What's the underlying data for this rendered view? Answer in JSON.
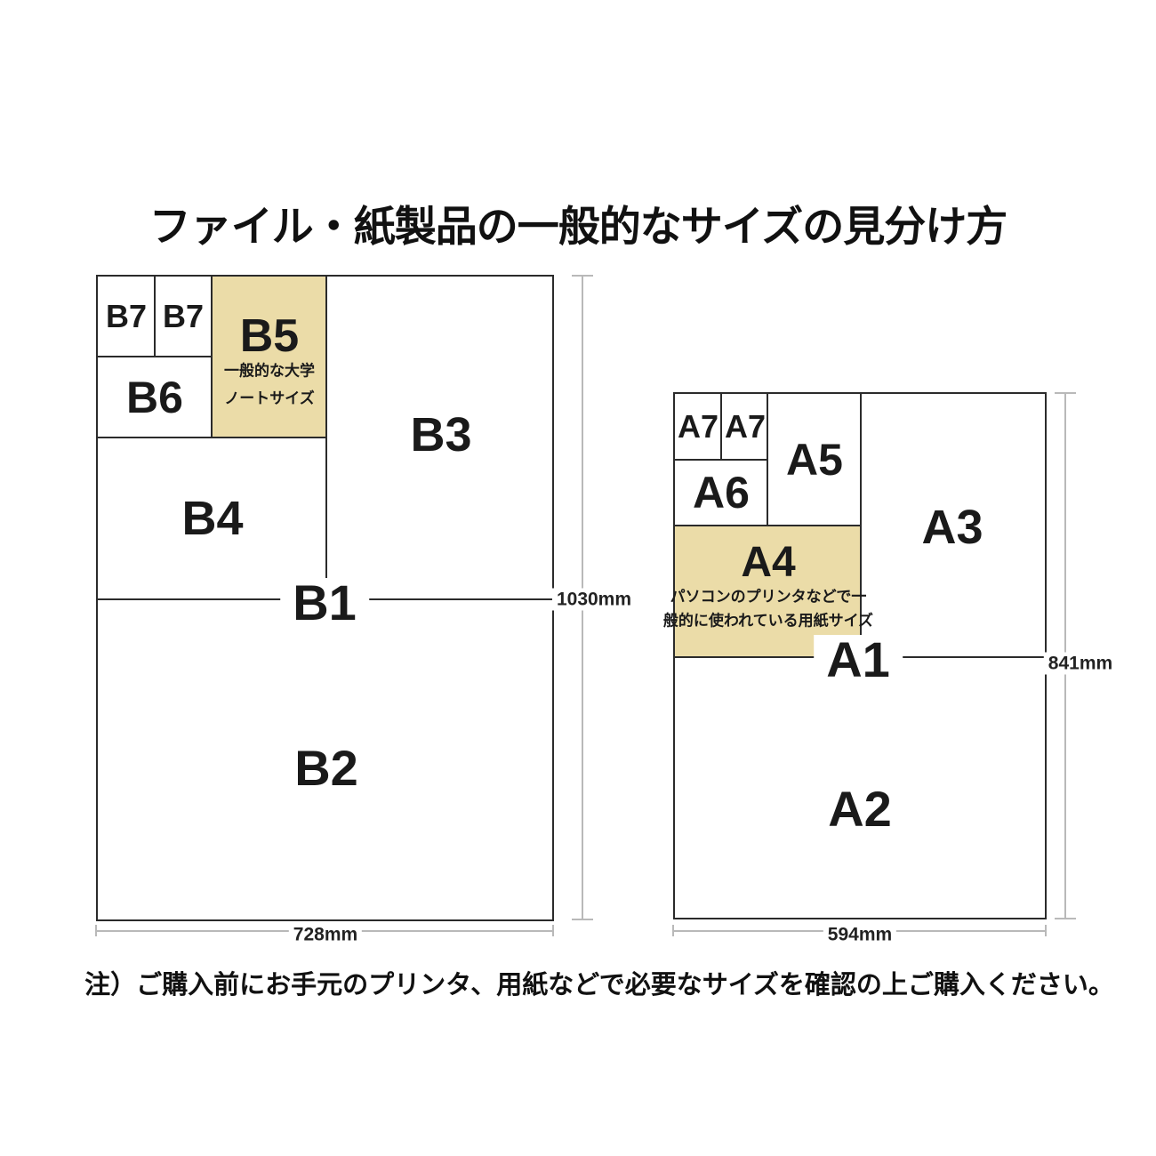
{
  "title": "ファイル・紙製品の一般的なサイズの見分け方",
  "colors": {
    "highlight_beige": "#EBDCA8",
    "grid_line": "#2B2B2B",
    "dimension_line": "#B9B9B9",
    "text": "#1A1A1A",
    "background": "#FFFFFF"
  },
  "panels": {
    "b": {
      "cells": {
        "b1": "B1",
        "b2": "B2",
        "b3": "B3",
        "b4": "B4",
        "b5": "B5",
        "b6": "B6",
        "b7_left": "B7",
        "b7_right": "B7"
      },
      "highlight_note": [
        "一般的な大学",
        "ノートサイズ"
      ],
      "dim_width": "728mm",
      "dim_height": "1030mm"
    },
    "a": {
      "cells": {
        "a1": "A1",
        "a2": "A2",
        "a3": "A3",
        "a4": "A4",
        "a5": "A5",
        "a6": "A6",
        "a7_left": "A7",
        "a7_right": "A7"
      },
      "highlight_note": [
        "パソコンのプリンタなどで一",
        "般的に使われている用紙サイズ"
      ],
      "dim_width": "594mm",
      "dim_height": "841mm"
    }
  },
  "footnote": "注）ご購入前にお手元のプリンタ、用紙などで必要なサイズを確認の上ご購入ください。"
}
